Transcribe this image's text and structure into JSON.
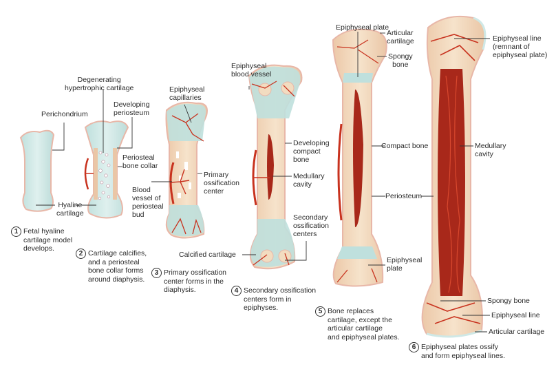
{
  "diagram": {
    "title": "Endochondral ossification stages",
    "colors": {
      "cartilage": "#cfe8e6",
      "perichondrium": "#e8b7a8",
      "bone": "#f2dcc0",
      "vessel": "#c8321e",
      "marrow": "#a8281a",
      "leader": "#333333"
    },
    "steps": [
      {
        "number": "1",
        "text": "Fetal hyaline\ncartilage model\ndevelops."
      },
      {
        "number": "2",
        "text": "Cartilage calcifies,\nand a periosteal\nbone collar forms\naround diaphysis."
      },
      {
        "number": "3",
        "text": "Primary ossification\ncenter forms in the\ndiaphysis."
      },
      {
        "number": "4",
        "text": "Secondary ossification\ncenters form in\nepiphyses."
      },
      {
        "number": "5",
        "text": "Bone replaces\ncartilage, except the\narticular cartilage\nand epiphyseal plates."
      },
      {
        "number": "6",
        "text": "Epiphyseal plates ossify\nand form epiphyseal lines."
      }
    ],
    "labels": {
      "perichondrium": "Perichondrium",
      "hyaline_cartilage": "Hyaline\ncartilage",
      "degenerating": "Degenerating\nhypertrophic cartilage",
      "developing_periosteum": "Developing\nperiosteum",
      "periosteal_collar": "Periosteal\nbone collar",
      "blood_vessel_bud": "Blood\nvessel of\nperiosteal\nbud",
      "epiphyseal_capillaries": "Epiphyseal\ncapillaries",
      "primary_center": "Primary\nossification\ncenter",
      "calcified_cartilage": "Calcified cartilage",
      "epiphyseal_blood_vessel": "Epiphyseal\nblood vessel",
      "developing_compact": "Developing\ncompact\nbone",
      "medullary_cavity_4": "Medullary\ncavity",
      "secondary_centers": "Secondary\nossification\ncenters",
      "epiphyseal_plate_top": "Epiphyseal plate",
      "articular_cartilage_5": "Articular\ncartilage",
      "spongy_bone_5": "Spongy\nbone",
      "compact_bone": "Compact bone",
      "periosteum": "Periosteum",
      "epiphyseal_plate_bottom": "Epiphyseal\nplate",
      "epiphyseal_line_top": "Epiphyseal line\n(remnant of\nepiphyseal plate)",
      "medullary_cavity_6": "Medullary\ncavity",
      "spongy_bone_6": "Spongy bone",
      "epiphyseal_line_bottom": "Epiphyseal line",
      "articular_cartilage_6": "Articular cartilage"
    }
  }
}
